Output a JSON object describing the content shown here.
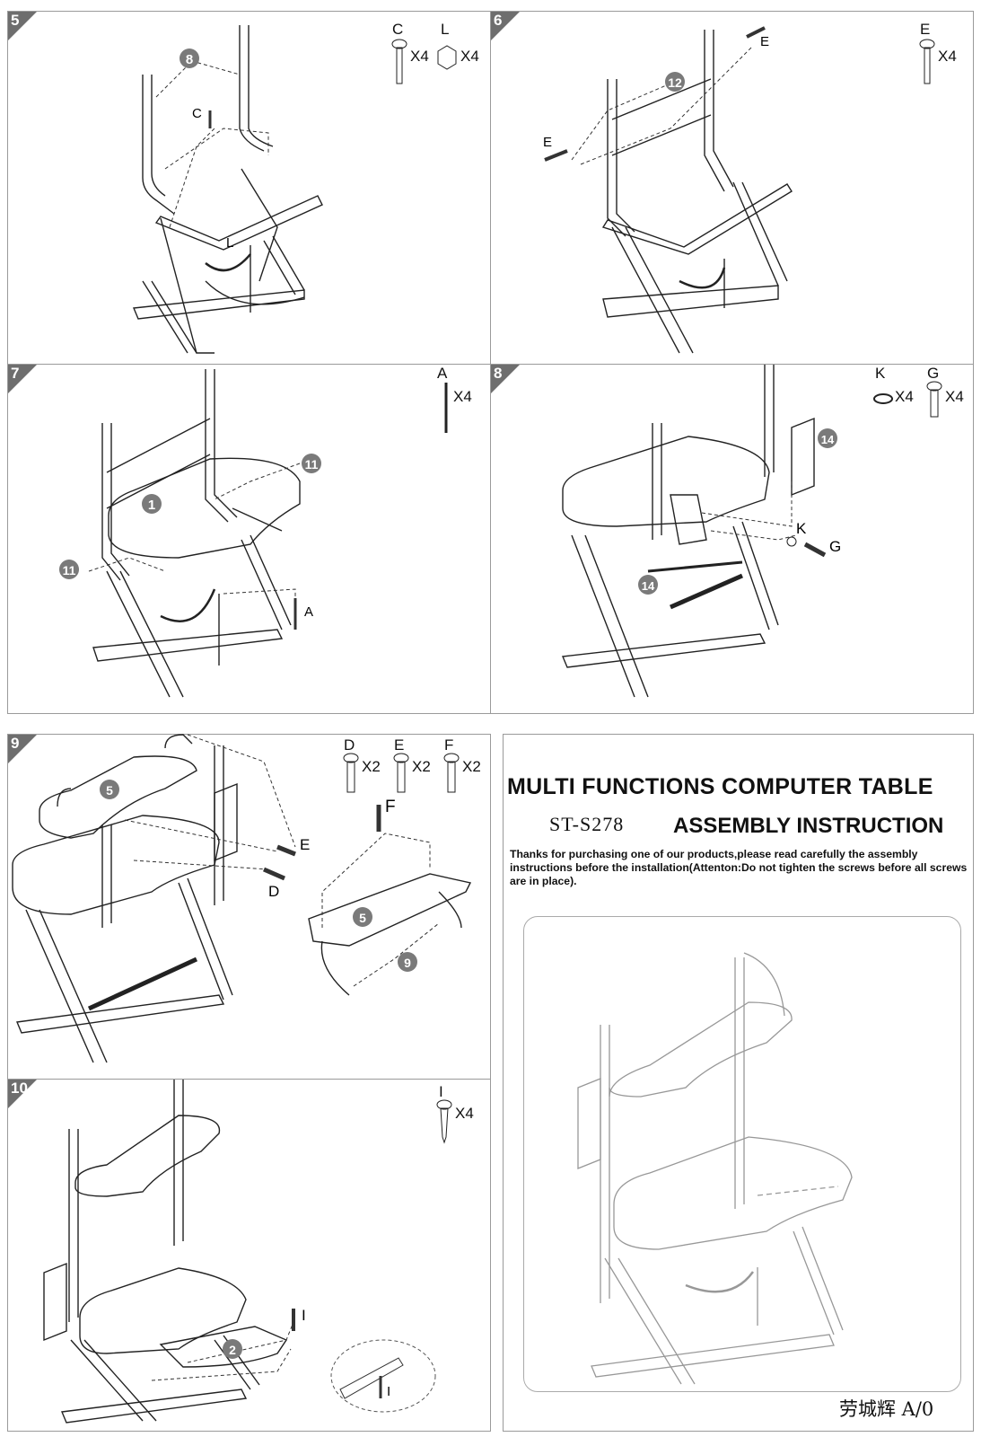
{
  "steps": [
    {
      "number": "5",
      "parts": [
        {
          "letter": "C",
          "qty": "X4"
        },
        {
          "letter": "L",
          "qty": "X4"
        }
      ],
      "callouts": {
        "part_number": "8",
        "screw": "C",
        "nut": "L"
      }
    },
    {
      "number": "6",
      "parts": [
        {
          "letter": "E",
          "qty": "X4"
        }
      ],
      "callouts": {
        "part_number": "12",
        "screw_top": "E",
        "screw_left": "E"
      }
    },
    {
      "number": "7",
      "parts": [
        {
          "letter": "A",
          "qty": "X4"
        }
      ],
      "callouts": {
        "part_top": "11",
        "part_left": "11",
        "seat": "1",
        "screw": "A"
      }
    },
    {
      "number": "8",
      "parts": [
        {
          "letter": "K",
          "qty": "X4"
        },
        {
          "letter": "G",
          "qty": "X4"
        }
      ],
      "callouts": {
        "rack_top": "14",
        "rack_low": "14",
        "washer": "K",
        "screw": "G"
      }
    },
    {
      "number": "9",
      "parts": [
        {
          "letter": "D",
          "qty": "X2"
        },
        {
          "letter": "E",
          "qty": "X2"
        },
        {
          "letter": "F",
          "qty": "X2"
        }
      ],
      "callouts": {
        "shelf": "5",
        "screw_e": "E",
        "screw_d": "D",
        "screw_f": "F",
        "shelf_detail": "5",
        "bracket": "9"
      }
    },
    {
      "number": "10",
      "parts": [
        {
          "letter": "I",
          "qty": "X4"
        }
      ],
      "callouts": {
        "tray": "2",
        "screw": "I",
        "detail_screw": "I"
      }
    }
  ],
  "title": "MULTI FUNCTIONS COMPUTER TABLE",
  "model": "ST-S278",
  "subtitle": "ASSEMBLY INSTRUCTION",
  "notice": "Thanks for purchasing one of our products,please read carefully the assembly instructions before the installation(Attenton:Do not tighten the screws before all screws are in place).",
  "footer": "劳城辉 A/0"
}
